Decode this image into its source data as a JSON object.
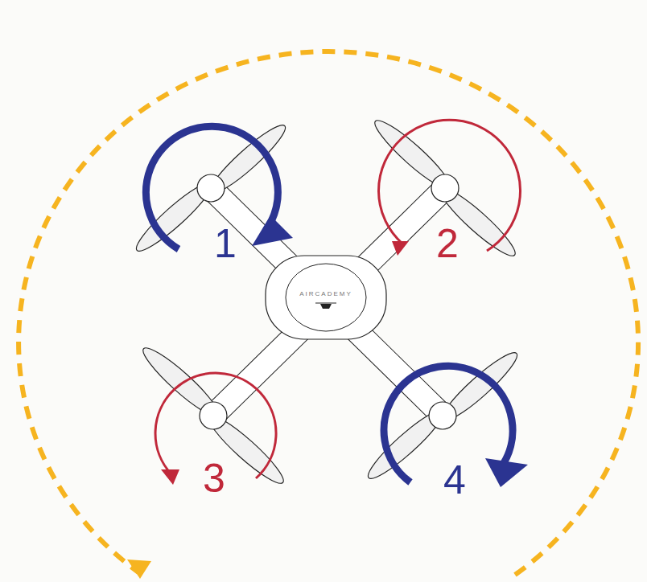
{
  "diagram": {
    "labels": [
      "1",
      "2",
      "3",
      "4",
      "AIRCADEMY"
    ]
  }
}
